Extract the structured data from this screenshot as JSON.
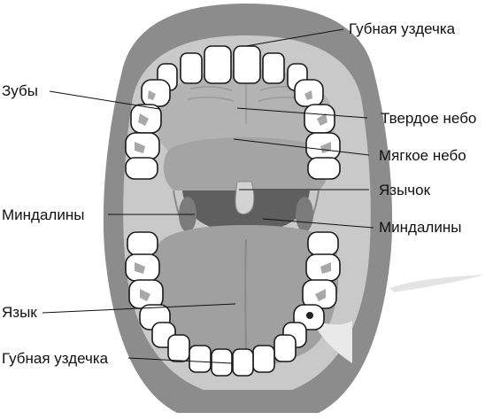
{
  "labels": {
    "upper_frenulum": "Губная уздечка",
    "hard_palate": "Твердое небо",
    "soft_palate": "Мягкое небо",
    "uvula": "Язычок",
    "tonsils_right": "Миндалины",
    "teeth": "Зубы",
    "tonsils_left": "Миндалины",
    "tongue": "Язык",
    "lower_frenulum": "Губная уздечка"
  }
}
